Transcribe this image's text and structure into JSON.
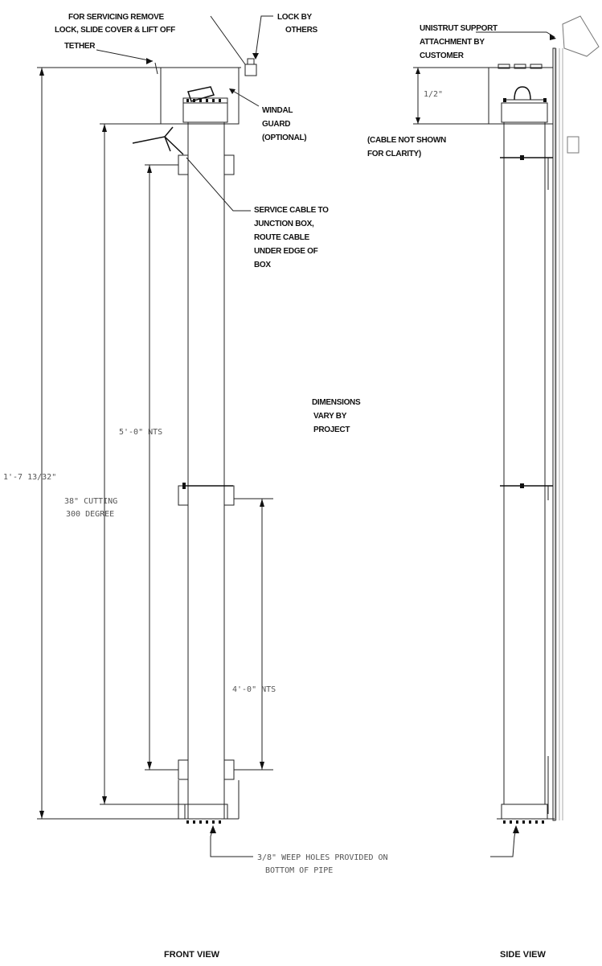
{
  "notes": {
    "servicing": [
      "FOR SERVICING REMOVE",
      "LOCK, SLIDE COVER & LIFT OFF",
      "TETHER"
    ],
    "lock": [
      "LOCK BY",
      "OTHERS"
    ],
    "windal": [
      "WINDAL",
      "GUARD",
      "(OPTIONAL)"
    ],
    "service_cable": [
      "SERVICE CABLE TO",
      "JUNCTION BOX,",
      "ROUTE CABLE",
      "UNDER EDGE OF",
      "BOX"
    ],
    "unistrut": [
      "UNISTRUT SUPPORT",
      "ATTACHMENT BY",
      "CUSTOMER"
    ],
    "cable_not_shown": [
      "(CABLE NOT SHOWN",
      "FOR CLARITY)"
    ],
    "dimensions": [
      "DIMENSIONS",
      "VARY BY",
      "PROJECT"
    ],
    "weep_holes": [
      "3/8\" WEEP HOLES PROVIDED ON",
      "BOTTOM OF PIPE"
    ]
  },
  "dimensions": {
    "overall": "1'-7 13/32\"",
    "upper": "5'-0\" NTS",
    "lower": "4'-0\" NTS",
    "box_height": "1/2\"",
    "cutting": [
      "38\" CUTTING",
      "300 DEGREE"
    ]
  },
  "views": {
    "front": "FRONT VIEW",
    "side": "SIDE VIEW"
  }
}
